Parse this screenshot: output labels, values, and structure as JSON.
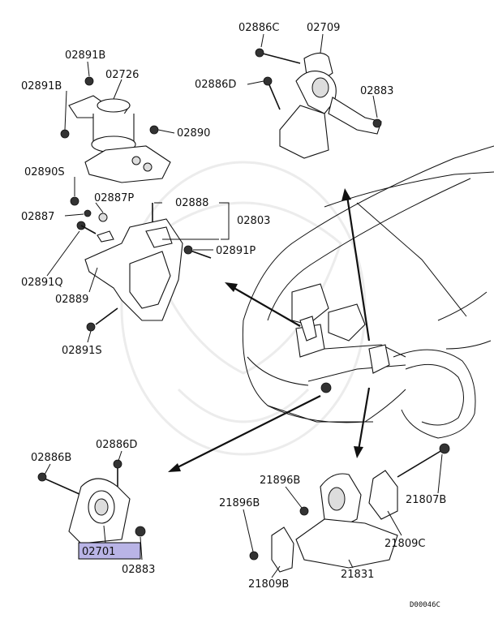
{
  "diagram_code": "D00046C",
  "highlight_color": "#b9b4e6",
  "labels": {
    "p02886C_top": "02886C",
    "p02709": "02709",
    "p02886D_top": "02886D",
    "p02883_top": "02883",
    "p02891B_a": "02891B",
    "p02891B_b": "02891B",
    "p02726": "02726",
    "p02890": "02890",
    "p02890S": "02890S",
    "p02887P": "02887P",
    "p02888": "02888",
    "p02887": "02887",
    "p02803": "02803",
    "p02891P": "02891P",
    "p02891Q": "02891Q",
    "p02889": "02889",
    "p02891S": "02891S",
    "p02886B": "02886B",
    "p02886D_bot": "02886D",
    "p02701": "02701",
    "p02883_bot": "02883",
    "p21896B_a": "21896B",
    "p21896B_b": "21896B",
    "p21807B": "21807B",
    "p21809C": "21809C",
    "p21809B": "21809B",
    "p21831": "21831"
  }
}
